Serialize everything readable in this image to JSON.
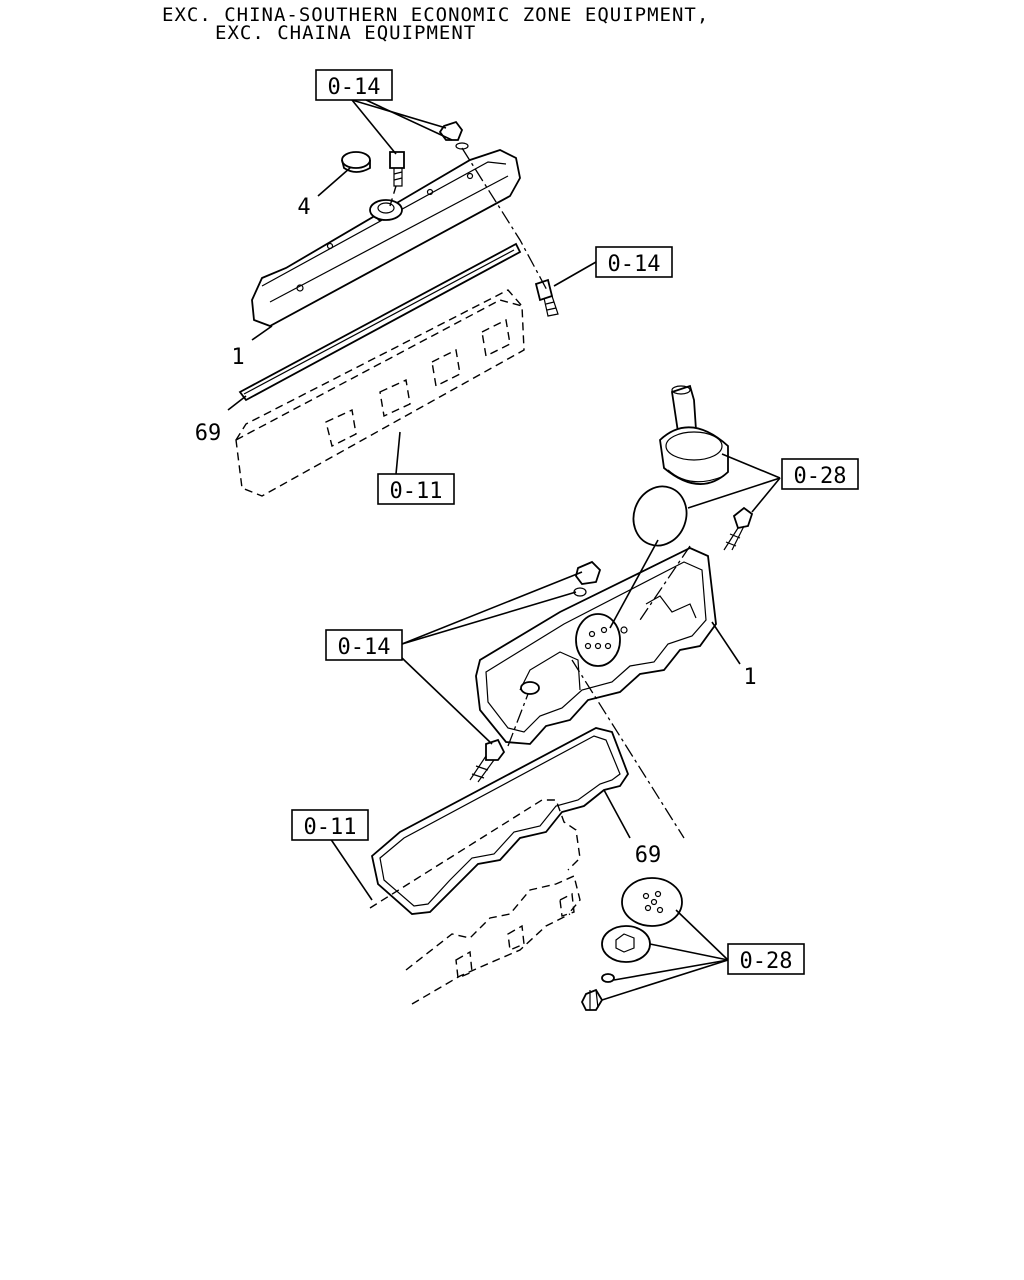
{
  "header": {
    "line1": "EXC. CHINA-SOUTHERN ECONOMIC ZONE EQUIPMENT,",
    "line2": "EXC. CHAINA EQUIPMENT"
  },
  "callouts": {
    "top_ref_bolt": "0-14",
    "top_ref_stud": "0-14",
    "top_ref_head": "0-11",
    "bottom_ref_breather": "0-28",
    "bottom_ref_bolts": "0-14",
    "bottom_ref_head": "0-11",
    "bottom_ref_baffle": "0-28"
  },
  "part_numbers": {
    "top_cap": "4",
    "top_cover": "1",
    "top_gasket": "69",
    "bottom_cover": "1",
    "bottom_gasket": "69"
  }
}
